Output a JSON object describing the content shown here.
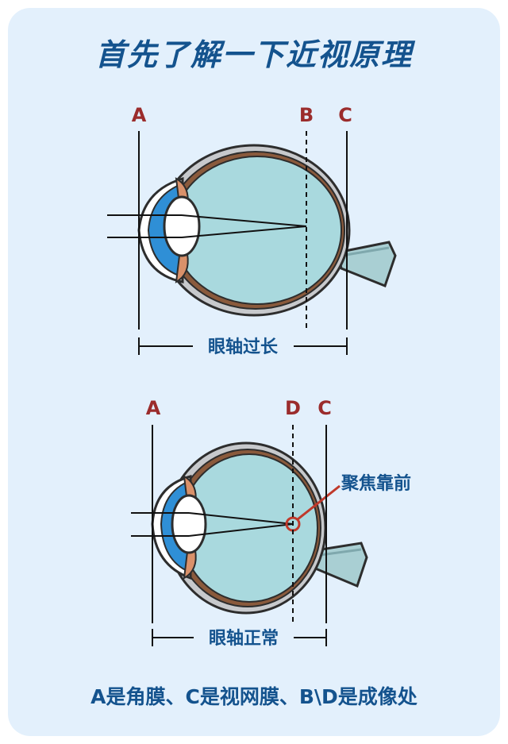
{
  "title": "首先了解一下近视原理",
  "top_diagram": {
    "labels": [
      "A",
      "B",
      "C"
    ],
    "axis_label": "眼轴过长"
  },
  "bottom_diagram": {
    "labels": [
      "A",
      "D",
      "C"
    ],
    "axis_label": "眼轴正常",
    "callout": "聚焦靠前"
  },
  "caption": "A是角膜、C是视网膜、B\\D是成像处",
  "colors": {
    "background": "#e3f0fc",
    "title": "#14538e",
    "letters": "#9b2c2c",
    "vitreous": "#a9d9de",
    "cornea": "#2f8fd6",
    "sclera_outline": "#2d2d2d"
  }
}
